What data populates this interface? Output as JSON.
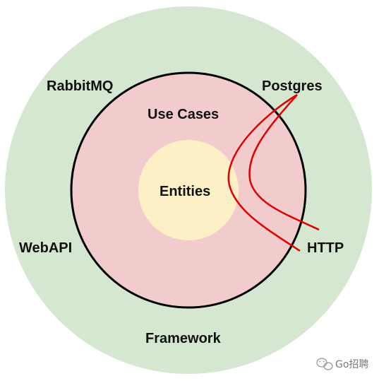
{
  "layers": {
    "framework": "Framework",
    "use_cases": "Use Cases",
    "entities": "Entities"
  },
  "adapters": {
    "rabbitmq": "RabbitMQ",
    "postgres": "Postgres",
    "webapi": "WebAPI",
    "http": "HTTP"
  },
  "watermark": {
    "icon": "wechat-icon",
    "text": "Go招聘"
  },
  "colors": {
    "outer_ring": "#d5e7d0",
    "middle_ring": "#f2cccc",
    "inner_core": "#fdf0c6",
    "ring_border": "#000000",
    "crossing_line": "#e00000"
  }
}
